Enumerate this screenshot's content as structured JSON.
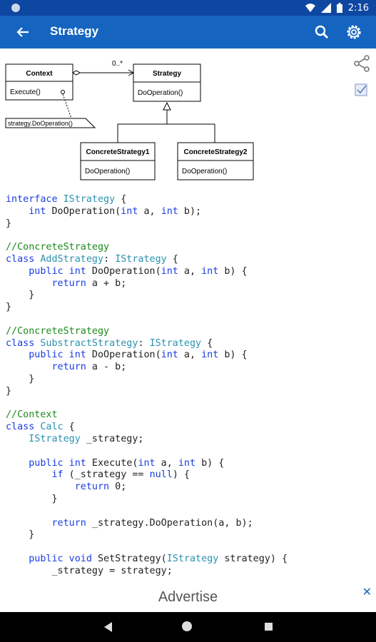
{
  "status_bar": {
    "time": "2:16"
  },
  "app_bar": {
    "title": "Strategy"
  },
  "diagram": {
    "multiplicity": "0..*",
    "context": {
      "name": "Context",
      "method": "Execute()"
    },
    "strategy": {
      "name": "Strategy",
      "method": "DoOperation()"
    },
    "concrete1": {
      "name": "ConcreteStrategy1",
      "method": "DoOperation()"
    },
    "concrete2": {
      "name": "ConcreteStrategy2",
      "method": "DoOperation()"
    },
    "note": "strategy.DoOperation()"
  },
  "code_lines": [
    [
      {
        "t": "interface ",
        "c": "k"
      },
      {
        "t": "IStrategy",
        "c": "t"
      },
      {
        "t": " {"
      }
    ],
    [
      {
        "t": "    "
      },
      {
        "t": "int",
        "c": "k"
      },
      {
        "t": " DoOperation("
      },
      {
        "t": "int",
        "c": "k"
      },
      {
        "t": " a, "
      },
      {
        "t": "int",
        "c": "k"
      },
      {
        "t": " b);"
      }
    ],
    [
      {
        "t": "}"
      }
    ],
    [],
    [
      {
        "t": "//ConcreteStrategy",
        "c": "c"
      }
    ],
    [
      {
        "t": "class ",
        "c": "k"
      },
      {
        "t": "AddStrategy",
        "c": "t"
      },
      {
        "t": ": "
      },
      {
        "t": "IStrategy",
        "c": "t"
      },
      {
        "t": " {"
      }
    ],
    [
      {
        "t": "    "
      },
      {
        "t": "public int",
        "c": "k"
      },
      {
        "t": " DoOperation("
      },
      {
        "t": "int",
        "c": "k"
      },
      {
        "t": " a, "
      },
      {
        "t": "int",
        "c": "k"
      },
      {
        "t": " b) {"
      }
    ],
    [
      {
        "t": "        "
      },
      {
        "t": "return",
        "c": "k"
      },
      {
        "t": " a + b;"
      }
    ],
    [
      {
        "t": "    }"
      }
    ],
    [
      {
        "t": "}"
      }
    ],
    [],
    [
      {
        "t": "//ConcreteStrategy",
        "c": "c"
      }
    ],
    [
      {
        "t": "class ",
        "c": "k"
      },
      {
        "t": "SubstractStrategy",
        "c": "t"
      },
      {
        "t": ": "
      },
      {
        "t": "IStrategy",
        "c": "t"
      },
      {
        "t": " {"
      }
    ],
    [
      {
        "t": "    "
      },
      {
        "t": "public int",
        "c": "k"
      },
      {
        "t": " DoOperation("
      },
      {
        "t": "int",
        "c": "k"
      },
      {
        "t": " a, "
      },
      {
        "t": "int",
        "c": "k"
      },
      {
        "t": " b) {"
      }
    ],
    [
      {
        "t": "        "
      },
      {
        "t": "return",
        "c": "k"
      },
      {
        "t": " a - b;"
      }
    ],
    [
      {
        "t": "    }"
      }
    ],
    [
      {
        "t": "}"
      }
    ],
    [],
    [
      {
        "t": "//Context",
        "c": "c"
      }
    ],
    [
      {
        "t": "class ",
        "c": "k"
      },
      {
        "t": "Calc",
        "c": "t"
      },
      {
        "t": " {"
      }
    ],
    [
      {
        "t": "    "
      },
      {
        "t": "IStrategy",
        "c": "t"
      },
      {
        "t": " _strategy;"
      }
    ],
    [],
    [
      {
        "t": "    "
      },
      {
        "t": "public int",
        "c": "k"
      },
      {
        "t": " Execute("
      },
      {
        "t": "int",
        "c": "k"
      },
      {
        "t": " a, "
      },
      {
        "t": "int",
        "c": "k"
      },
      {
        "t": " b) {"
      }
    ],
    [
      {
        "t": "        "
      },
      {
        "t": "if",
        "c": "k"
      },
      {
        "t": " (_strategy == "
      },
      {
        "t": "null",
        "c": "k"
      },
      {
        "t": ") {"
      }
    ],
    [
      {
        "t": "            "
      },
      {
        "t": "return",
        "c": "k"
      },
      {
        "t": " 0;"
      }
    ],
    [
      {
        "t": "        }"
      }
    ],
    [],
    [
      {
        "t": "        "
      },
      {
        "t": "return",
        "c": "k"
      },
      {
        "t": " _strategy.DoOperation(a, b);"
      }
    ],
    [
      {
        "t": "    }"
      }
    ],
    [],
    [
      {
        "t": "    "
      },
      {
        "t": "public void",
        "c": "k"
      },
      {
        "t": " SetStrategy("
      },
      {
        "t": "IStrategy",
        "c": "t"
      },
      {
        "t": " strategy) {"
      }
    ],
    [
      {
        "t": "        _strategy = strategy;"
      }
    ]
  ],
  "ad": {
    "label": "Advertise",
    "close": "✕"
  }
}
